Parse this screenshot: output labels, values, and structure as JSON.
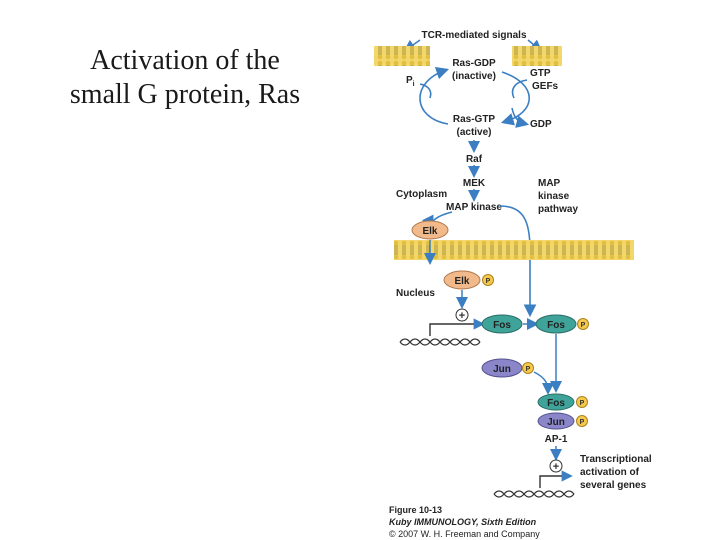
{
  "slide": {
    "title_line1": "Activation of the",
    "title_line2": "small G protein, Ras"
  },
  "figure": {
    "tcr_signals": "TCR-mediated signals",
    "ras_gdp": "Ras-GDP",
    "inactive": "(inactive)",
    "pi": "P",
    "pi_sub": "i",
    "gtp": "GTP",
    "gefs": "GEFs",
    "ras_gtp": "Ras-GTP",
    "active": "(active)",
    "gdp": "GDP",
    "raf": "Raf",
    "mek": "MEK",
    "cytoplasm": "Cytoplasm",
    "map_kinase": "MAP kinase",
    "pathway_1": "MAP",
    "pathway_2": "kinase",
    "pathway_3": "pathway",
    "elk": "Elk",
    "phospho": "P",
    "nucleus": "Nucleus",
    "plus": "+",
    "fos": "Fos",
    "jun": "Jun",
    "ap1": "AP-1",
    "tx_1": "Transcriptional",
    "tx_2": "activation of",
    "tx_3": "several genes",
    "caption_1": "Figure 10-13",
    "caption_2": "Kuby IMMUNOLOGY, Sixth Edition",
    "caption_3": "© 2007 W. H. Freeman and Company"
  },
  "colors": {
    "membrane": "#f3d76a",
    "membrane_edge": "#c9a936",
    "elk": "#f2b98a",
    "fos": "#3fa39a",
    "jun": "#8a86c9",
    "phospho": "#f6c94a",
    "arrow": "#3b7fc2",
    "dna": "#333333"
  }
}
